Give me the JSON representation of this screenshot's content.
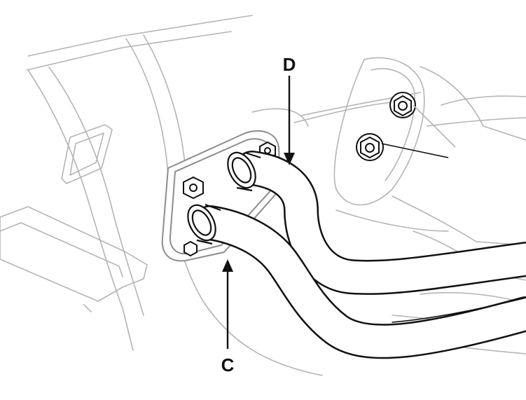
{
  "diagram": {
    "callouts": [
      {
        "id": "C",
        "label": "C"
      },
      {
        "id": "D",
        "label": "D"
      }
    ],
    "colors": {
      "background": "#ffffff",
      "ink": "#111111",
      "ghost_line": "#b4b4b4"
    }
  }
}
